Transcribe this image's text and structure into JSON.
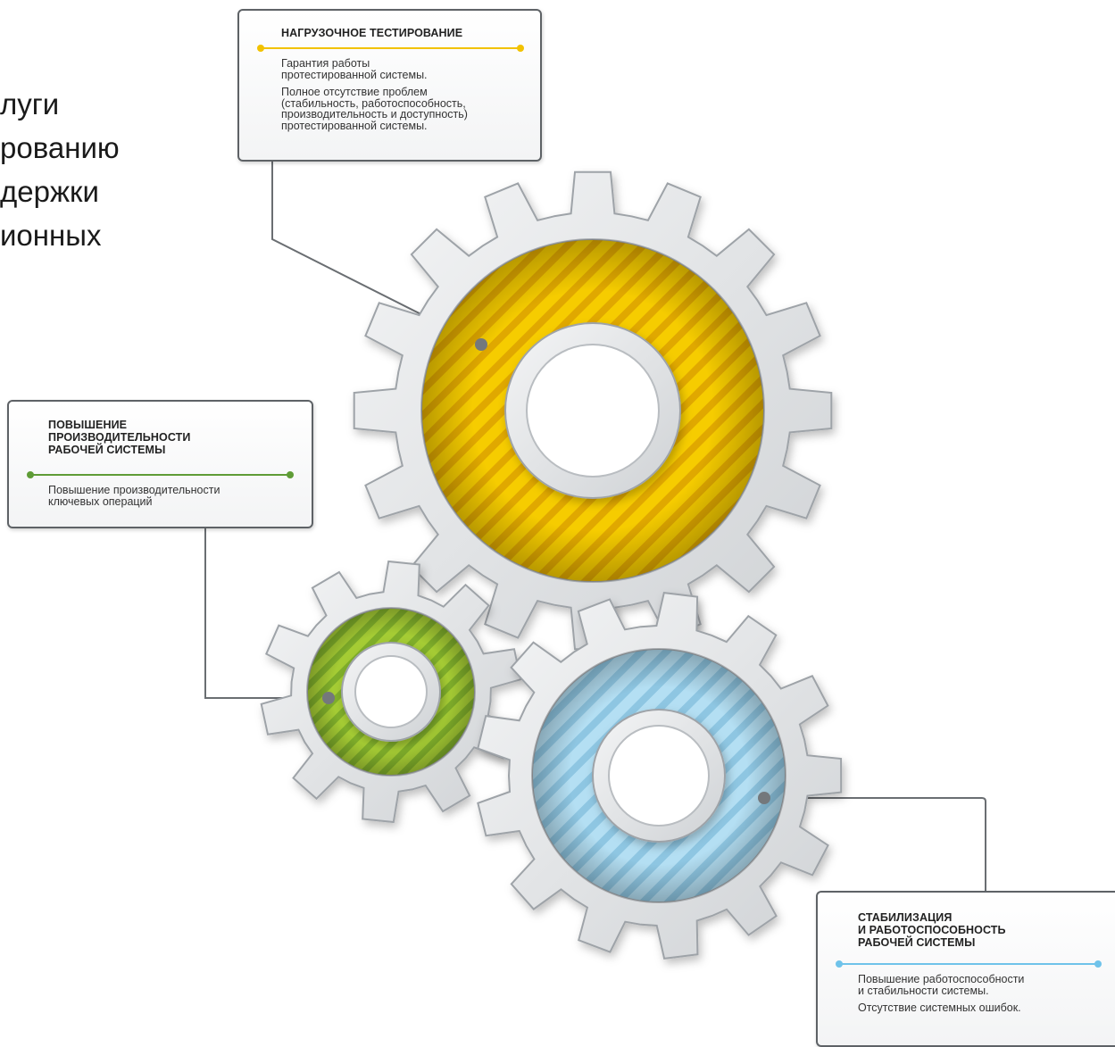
{
  "heading": {
    "lines": [
      "луги",
      "рованию",
      "держки",
      "ионных"
    ]
  },
  "colors": {
    "yellow": "#f2c200",
    "green": "#8dbe2e",
    "blue": "#9fd3ee",
    "yellow_accent": "#f2c200",
    "green_accent": "#5f9c36",
    "blue_accent": "#6fc3ea",
    "gear_metal": "#e3e5e7",
    "connector": "#6a6e72"
  },
  "cards": {
    "load": {
      "title": "НАГРУЗОЧНОЕ ТЕСТИРОВАНИЕ",
      "p1": "Гарантия работы\nпротестированной системы.",
      "p2": "Полное отсутствие проблем\n(стабильность, работоспособность,\nпроизводительность и доступность)\nпротестированной системы."
    },
    "perf": {
      "title": "ПОВЫШЕНИЕ\nПРОИЗВОДИТЕЛЬНОСТИ\nРАБОЧЕЙ СИСТЕМЫ",
      "p1": "Повышение производительности\nключевых операций"
    },
    "stab": {
      "title": "СТАБИЛИЗАЦИЯ\nИ РАБОТОСПОСОБНОСТЬ\nРАБОЧЕЙ СИСТЕМЫ",
      "p1": "Повышение работоспособности\nи стабильности системы.",
      "p2": "Отсутствие системных ошибок."
    }
  }
}
